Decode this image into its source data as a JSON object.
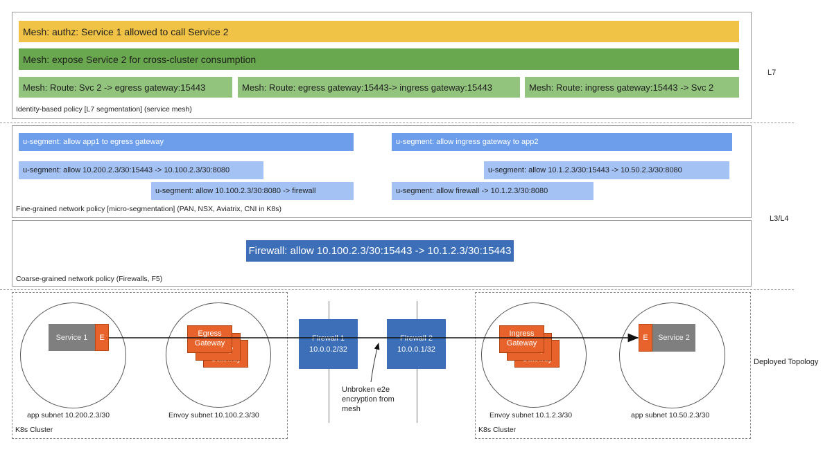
{
  "layers": {
    "l7": "L7",
    "l3l4": "L3/L4",
    "deployed": "Deployed Topology"
  },
  "l7_panel": {
    "authz": "Mesh: authz: Service 1 allowed to call Service 2",
    "expose": "Mesh: expose Service 2 for cross-cluster consumption",
    "routes": [
      "Mesh: Route: Svc 2 -> egress gateway:15443",
      "Mesh: Route: egress gateway:15443-> ingress gateway:15443",
      "Mesh: Route: ingress gateway:15443 -> Svc 2"
    ],
    "caption": "Identity-based policy [L7 segmentation] (service mesh)"
  },
  "micro_panel": {
    "rules": [
      "u-segment: allow app1 to egress gateway",
      "u-segment: allow ingress gateway to app2",
      "u-segment: allow 10.200.2.3/30:15443 -> 10.100.2.3/30:8080",
      "u-segment: allow 10.1.2.3/30:15443 -> 10.50.2.3/30:8080",
      "u-segment: allow 10.100.2.3/30:8080 -> firewall",
      "u-segment: allow firewall  -> 10.1.2.3/30:8080"
    ],
    "caption": "Fine-grained network policy [micro-segmentation] (PAN, NSX, Aviatrix, CNI in K8s)"
  },
  "coarse_panel": {
    "firewall_rule": "Firewall: allow 10.100.2.3/30:15443 -> 10.1.2.3/30:15443",
    "caption": "Coarse-grained network policy (Firewalls, F5)"
  },
  "topology": {
    "left_cluster": {
      "label": "K8s Cluster",
      "service": "Service 1",
      "envoy_marker": "E",
      "app_subnet": "app subnet 10.200.2.3/30",
      "gateway_lines": [
        "Egress",
        "Gateway"
      ],
      "gateway_behind": "Gateway",
      "envoy_subnet": "Envoy subnet 10.100.2.3/30"
    },
    "firewall1": {
      "name": "Firewall 1",
      "ip": "10.0.0.2/32"
    },
    "firewall2": {
      "name": "Firewall 2",
      "ip": "10.0.0.1/32"
    },
    "encryption_note": [
      "Unbroken e2e",
      "encryption from",
      "mesh"
    ],
    "right_cluster": {
      "label": "K8s Cluster",
      "service": "Service 2",
      "envoy_marker": "E",
      "app_subnet": "app subnet 10.50.2.3/30",
      "gateway_lines": [
        "Ingress",
        "Gateway"
      ],
      "gateway_behind": "Gateway",
      "envoy_subnet": "Envoy subnet 10.1.2.3/30"
    }
  }
}
